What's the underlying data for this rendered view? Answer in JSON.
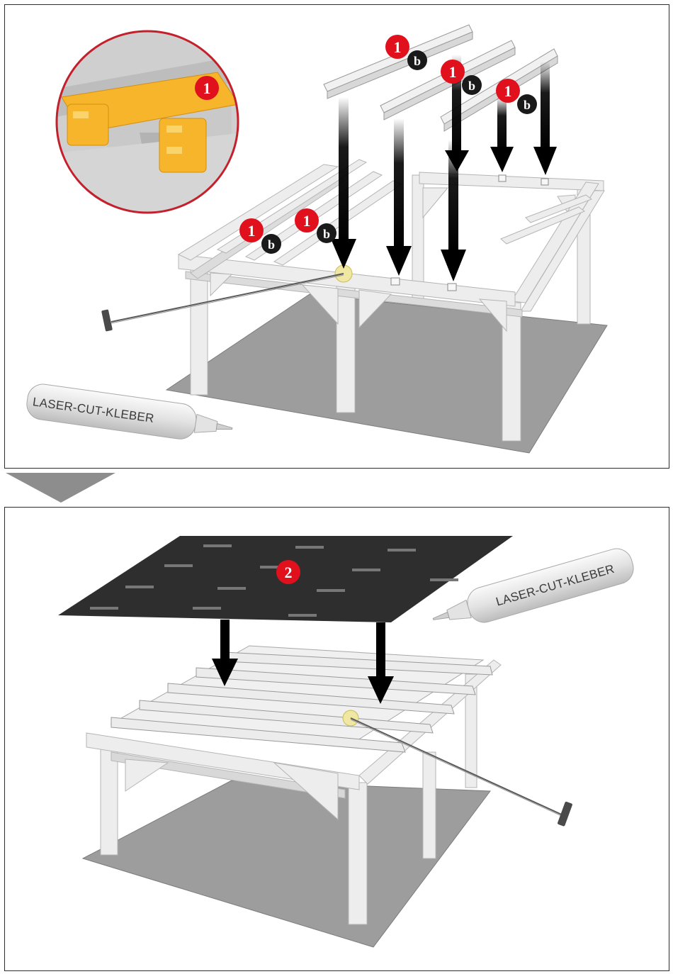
{
  "step1": {
    "detail_badge": "1",
    "badge_number": "1",
    "badge_letter": "b",
    "glue_tube_label": "LASER-CUT-KLEBER"
  },
  "step2": {
    "badge_number": "2",
    "glue_tube_label": "LASER-CUT-KLEBER"
  },
  "colors": {
    "badge_red": "#e0101c",
    "badge_black": "#1a1a1a",
    "wood_highlight": "#f5b324",
    "roof_panel": "#2e2e2e",
    "base_plate": "#9a9a9a",
    "frame": "#ececec",
    "detail_ring": "#c4202c"
  },
  "icons": {
    "arrows": "down-arrow-icon",
    "glue_tube": "glue-tube-icon",
    "brush": "brush-icon",
    "divider": "step-arrow-icon"
  }
}
